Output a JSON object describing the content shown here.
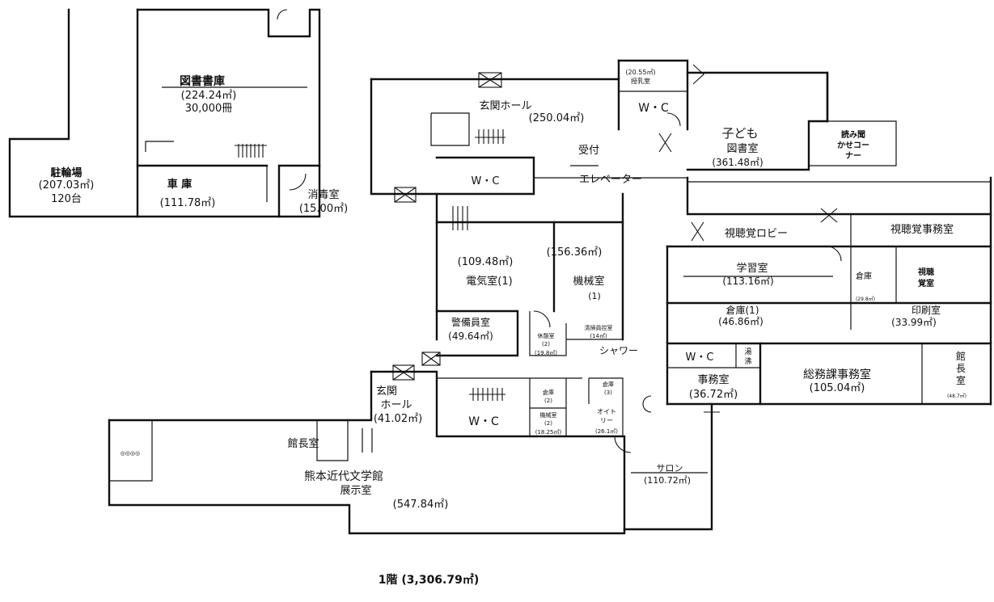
{
  "rooms": {
    "book_storage": {
      "name": "図書書庫",
      "area": "(224.24㎡)",
      "capacity": "30,000冊"
    },
    "bicycle_parking": {
      "name": "駐輪場",
      "area": "(207.03㎡)",
      "capacity": "120台"
    },
    "garage": {
      "name": "車 庫",
      "area": "(111.78㎡)"
    },
    "disinfection": {
      "name": "消毒室",
      "area": "(15.00㎡)"
    },
    "entrance_hall_top": {
      "name": "玄関ホール",
      "area": "(250.04㎡)"
    },
    "small_room": {
      "area": "(20.55㎡)",
      "name": "授乳室"
    },
    "wc_top": {
      "name": "W・C"
    },
    "children_library": {
      "name_line1": "子ども",
      "name_line2": "図書室",
      "area": "(361.48㎡)"
    },
    "reading_corner": {
      "line1": "読み聞",
      "line2": "かせコー",
      "line3": "ナー"
    },
    "reception": {
      "name": "受付"
    },
    "wc_mid": {
      "name": "W・C"
    },
    "elevator": {
      "name": "エレベーター"
    },
    "av_lobby": {
      "name": "視聴覚ロビー"
    },
    "av_office": {
      "name": "視聴覚事務室"
    },
    "study_room": {
      "name": "学習室",
      "area": "(113.16㎡)"
    },
    "storage_small": {
      "name": "倉庫",
      "area": "(29.8㎡)"
    },
    "av_room": {
      "line1": "視聴",
      "line2": "覚室"
    },
    "electrical": {
      "area": "(109.48㎡)",
      "name": "電気室(1)"
    },
    "machine": {
      "area": "(156.36㎡)",
      "name": "機械室",
      "number": "(1)"
    },
    "storage1": {
      "name": "倉庫(1)",
      "area": "(46.86㎡)"
    },
    "printing": {
      "name": "印刷室",
      "area": "(33.99㎡)"
    },
    "guard": {
      "name": "警備員室",
      "area": "(49.64㎡)"
    },
    "guard_small": {
      "line1": "休憩室",
      "line2": "(2)",
      "line3": "(19.8㎡)"
    },
    "cleaning": {
      "line1": "清掃員控室",
      "line2": "(14㎡)"
    },
    "shower": {
      "name": "シャワー"
    },
    "wc_right": {
      "name": "W・C"
    },
    "hot_water": {
      "line1": "湯",
      "line2": "沸"
    },
    "office": {
      "name": "事務室",
      "area": "(36.72㎡)"
    },
    "general_affairs": {
      "name": "総務課事務室",
      "area": "(105.04㎡)"
    },
    "director_right": {
      "line1": "館",
      "line2": "長",
      "line3": "室",
      "area": "(48.7㎡)"
    },
    "entrance_hall": {
      "line1": "玄関",
      "line2": "ホール",
      "area": "(41.02㎡)"
    },
    "wc_bottom": {
      "name": "W・C"
    },
    "storage_small2": {
      "line1": "倉庫",
      "line2": "(2)"
    },
    "machine2": {
      "line1": "機械室",
      "line2": "(2)",
      "line3": "(18.25㎡)"
    },
    "mini_room": {
      "line1": "倉庫",
      "line2": "(3)"
    },
    "auditorium": {
      "line1": "オイト",
      "line2": "リー",
      "line3": "(26.1㎡)"
    },
    "director_bottom": {
      "name": "館長室"
    },
    "exhibit_box": {
      "name": "◎◎◎◎"
    },
    "museum": {
      "line1": "熊本近代文学館",
      "line2": "展示室",
      "area": "(547.84㎡)"
    },
    "salon": {
      "name": "サロン",
      "area": "(110.72㎡)"
    }
  },
  "footer": {
    "floor_total": "1階 (3,306.79㎡)"
  }
}
